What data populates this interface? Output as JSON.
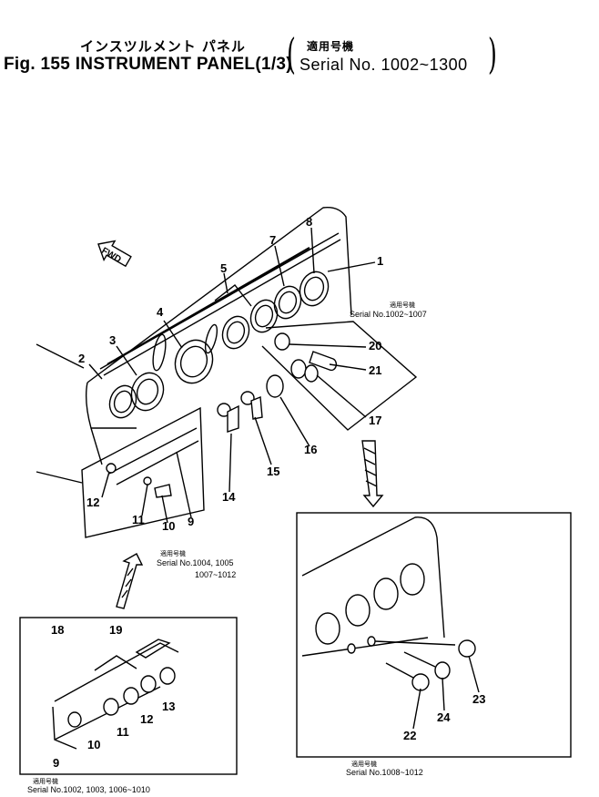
{
  "header": {
    "title_jp": "インスツルメント パネル",
    "title": "Fig. 155 INSTRUMENT PANEL(1/3)",
    "serial_jp": "適用号機",
    "serial": "Serial No. 1002~1300"
  },
  "fwd_label": "FWD",
  "notes": {
    "upper_right_jp": "適用号機",
    "upper_right": "Serial No.1002~1007",
    "mid_jp": "適用号機",
    "mid_line1": "Serial No.1004, 1005",
    "mid_line2": "1007~1012",
    "bottom_left_jp": "適用号機",
    "bottom_left": "Serial No.1002, 1003, 1006~1010",
    "bottom_right_jp": "適用号機",
    "bottom_right": "Serial No.1008~1012"
  },
  "callouts": {
    "c1": "1",
    "c2": "2",
    "c3": "3",
    "c4": "4",
    "c5": "5",
    "c7": "7",
    "c8": "8",
    "c9": "9",
    "c10": "10",
    "c11": "11",
    "c12": "12",
    "c14": "14",
    "c15": "15",
    "c16": "16",
    "c17": "17",
    "c20": "20",
    "c21": "21",
    "c18": "18",
    "c19": "19",
    "c13b": "13",
    "c12b": "12",
    "c11b": "11",
    "c10b": "10",
    "c9b": "9",
    "c22": "22",
    "c23": "23",
    "c24": "24"
  }
}
